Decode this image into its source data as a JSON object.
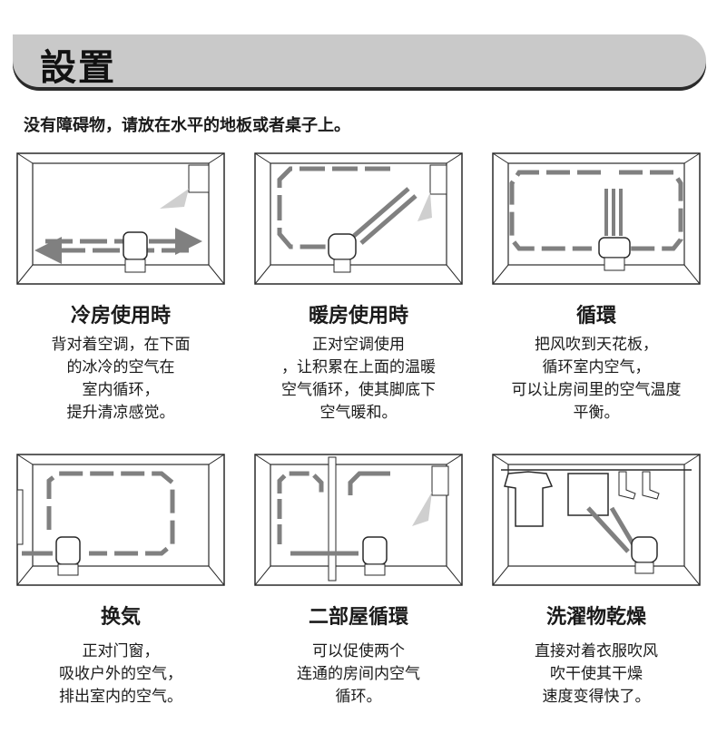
{
  "page": {
    "heading": "設置",
    "intro": "没有障碍物，请放在水平的地板或者桌子上。"
  },
  "sections": [
    {
      "title": "冷房使用時",
      "lines": [
        "背对着空调，在下面",
        "的冰冷的空气在",
        "室内循环，",
        "提升清凉感觉。"
      ]
    },
    {
      "title": "暖房使用時",
      "lines": [
        "正对空调使用",
        "，让积累在上面的温暖",
        "空气循环，使其脚底下",
        "空气暖和。"
      ]
    },
    {
      "title": "循環",
      "lines": [
        "把风吹到天花板，",
        "循环室内空气，",
        "可以让房间里的空气温度",
        "平衡。"
      ]
    },
    {
      "title": "换気",
      "lines": [
        "正对门窗，",
        "吸收户外的空气，",
        "排出室内的空气。"
      ]
    },
    {
      "title": "二部屋循環",
      "lines": [
        "可以促使两个",
        "连通的房间内空气",
        "循环。"
      ]
    },
    {
      "title": "洗濯物乾燥",
      "lines": [
        "直接对着衣服吹风",
        "吹干使其干燥",
        "速度变得快了。"
      ]
    }
  ],
  "colors": {
    "banner": "#c9c9c9",
    "arrow": "#808080",
    "line": "#2a2a2a"
  },
  "icons": [
    "fan-icon",
    "air-conditioner-icon",
    "clothes-icon"
  ]
}
